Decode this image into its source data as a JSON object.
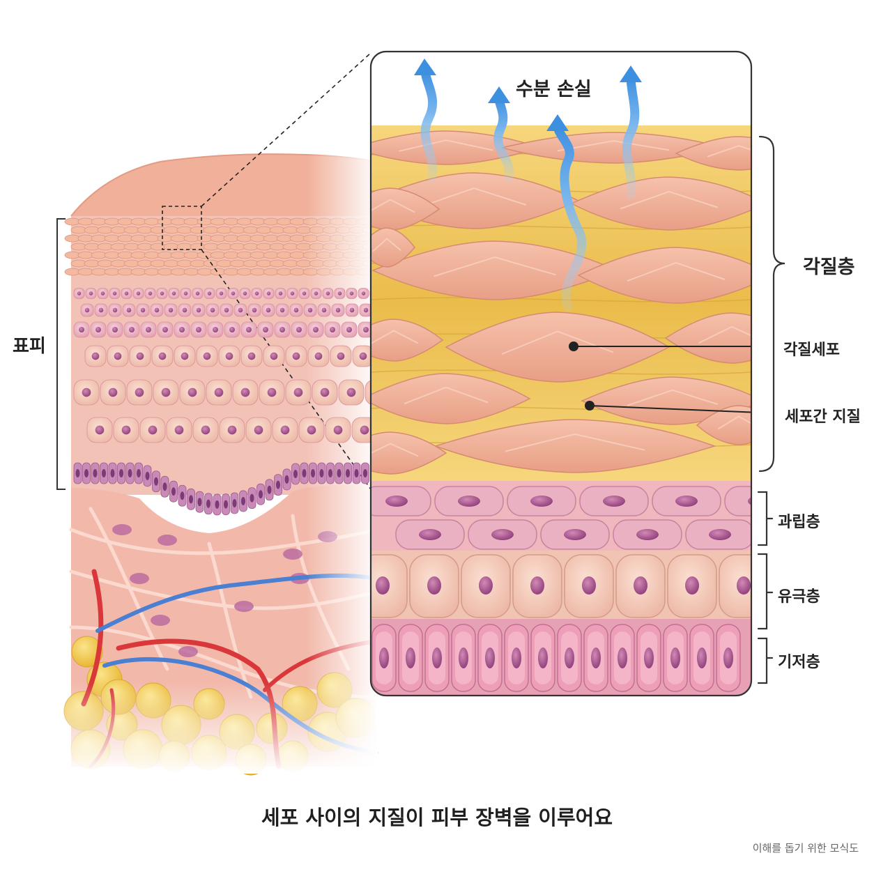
{
  "labels": {
    "epidermis": "표피",
    "water_loss": "수분 손실",
    "stratum_corneum": "각질층",
    "corneocyte": "각질세포",
    "intercellular_lipid": "세포간 지질",
    "stratum_granulosum": "과립층",
    "stratum_spinosum": "유극층",
    "stratum_basale": "기저층"
  },
  "caption": "세포 사이의 지질이 피부 장벽을 이루어요",
  "note": "이해를 돕기 위한 모식도",
  "colors": {
    "skin": "#f2b29a",
    "cell_pink": "#e9a7b8",
    "nucleus": "#a4508a",
    "lipid": "#efc75a",
    "fat": "#f3cd4c",
    "vein": "#4a7fd1",
    "artery": "#d9373a",
    "water": "#5aa7ea"
  }
}
